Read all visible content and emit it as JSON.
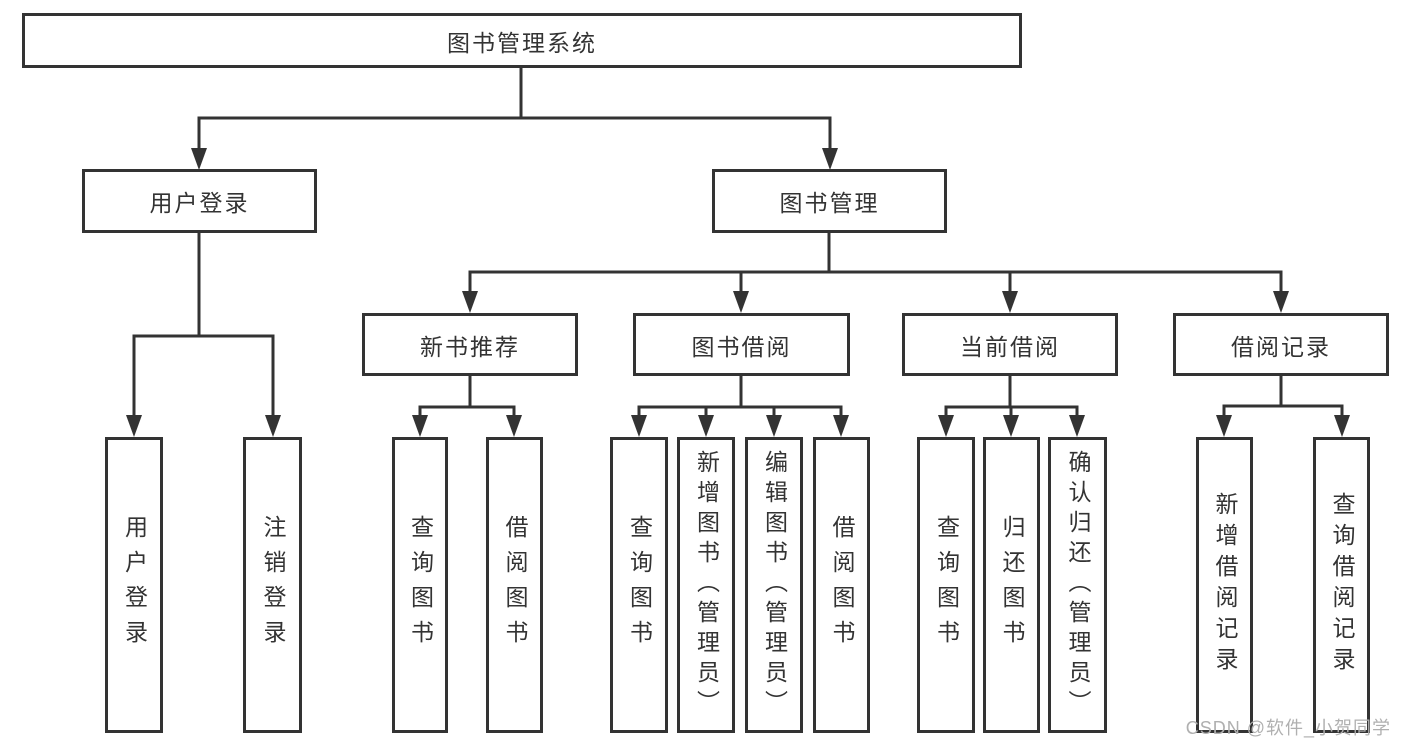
{
  "colors": {
    "line": "#333333",
    "text": "#333333",
    "watermark": "#b0b0b0",
    "background": "#ffffff"
  },
  "nodes": {
    "root": {
      "label": "图书管理系统"
    },
    "login": {
      "label": "用户登录",
      "children": [
        "用户登录",
        "注销登录"
      ]
    },
    "manage": {
      "label": "图书管理"
    },
    "recommend": {
      "label": "新书推荐",
      "children": [
        "查询图书",
        "借阅图书"
      ]
    },
    "borrow": {
      "label": "图书借阅",
      "children": [
        "查询图书",
        "新增图书（管理员）",
        "编辑图书（管理员）",
        "借阅图书"
      ]
    },
    "current": {
      "label": "当前借阅",
      "children": [
        "查询图书",
        "归还图书",
        "确认归还（管理员）"
      ]
    },
    "records": {
      "label": "借阅记录",
      "children": [
        "新增借阅记录",
        "查询借阅记录"
      ]
    }
  },
  "watermark": {
    "text": "CSDN @软件_小贺同学"
  }
}
